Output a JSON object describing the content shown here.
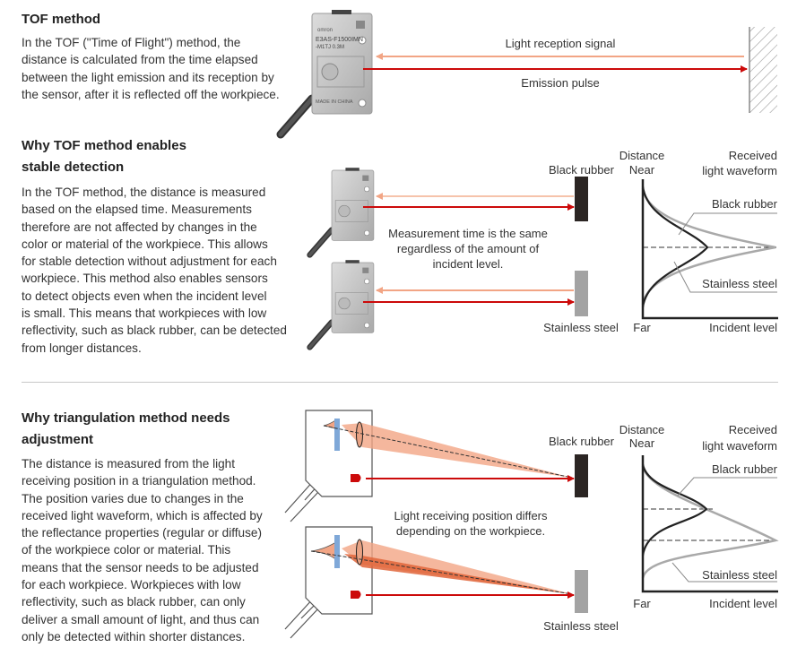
{
  "sections": [
    {
      "title_lines": [
        "TOF method"
      ],
      "paragraph_lines": [
        "In the TOF (\"Time of Flight\") method, the",
        "distance is calculated from the time elapsed",
        "between the light emission and its reception by",
        "the sensor, after it is reflected off the workpiece."
      ]
    },
    {
      "title_lines": [
        "Why TOF method enables",
        "stable detection"
      ],
      "paragraph_lines": [
        "In the TOF method, the distance is measured",
        "based on the elapsed time. Measurements",
        "therefore are not affected by changes in the",
        "color or material of the workpiece.  This allows",
        "for stable detection without adjustment for each",
        "workpiece.  This method also enables sensors",
        "to detect objects even when the incident level",
        "is small. This means that workpieces with low",
        "reflectivity, such as black rubber, can be detected",
        "from longer distances."
      ]
    },
    {
      "title_lines": [
        "Why triangulation method needs",
        "adjustment"
      ],
      "paragraph_lines": [
        "The distance is measured from the light",
        "receiving position in a triangulation method.",
        "The position varies due to changes in the",
        "received light waveform, which is affected by",
        "the reflectance properties (regular or diffuse)",
        "of the workpiece color or material.  This",
        "means that the sensor needs to be adjusted",
        "for each workpiece.  Workpieces with low",
        "reflectivity, such as black rubber, can only",
        "deliver a small amount of light, and thus can",
        "only be detected within shorter distances."
      ]
    }
  ],
  "sensor_label": {
    "brand": "omron",
    "model": "E3AS-F1500IMN",
    "cable": "-M1TJ 0.3M",
    "origin": "MADE IN CHINA"
  },
  "tof_diagram": {
    "reception_label": "Light reception signal",
    "emission_label": "Emission pulse"
  },
  "stable_diagram": {
    "black_rubber": "Black rubber",
    "stainless_steel": "Stainless steel",
    "note_lines": [
      "Measurement time is the same",
      "regardless of the amount of",
      "incident level."
    ]
  },
  "triangulation_diagram": {
    "black_rubber": "Black rubber",
    "stainless_steel": "Stainless steel",
    "note_lines": [
      "Light receiving position differs",
      "depending on the workpiece."
    ]
  },
  "waveform_graph": {
    "y_label": "Distance",
    "y_near": "Near",
    "y_far": "Far",
    "title_lines": [
      "Received",
      "light waveform"
    ],
    "x_label": "Incident level",
    "series": [
      "Black rubber",
      "Stainless steel"
    ]
  },
  "colors": {
    "emission": "#cc0a0a",
    "reception": "#f2a585",
    "black_rubber": "#2b2523",
    "stainless_steel": "#a3a3a3",
    "receiver": "#7fa8d8"
  }
}
